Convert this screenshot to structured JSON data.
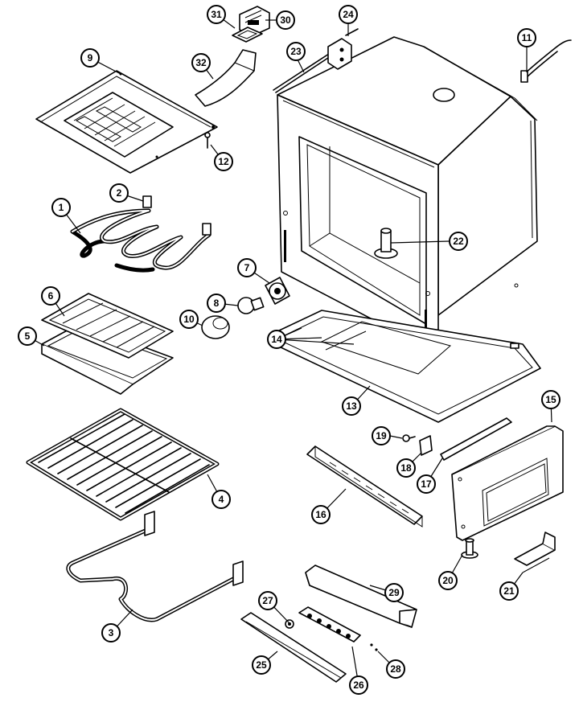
{
  "diagram": {
    "type": "exploded-parts-diagram",
    "callouts": [
      {
        "id": "c1",
        "label": "1"
      },
      {
        "id": "c2",
        "label": "2"
      },
      {
        "id": "c3",
        "label": "3"
      },
      {
        "id": "c4",
        "label": "4"
      },
      {
        "id": "c5",
        "label": "5"
      },
      {
        "id": "c6",
        "label": "6"
      },
      {
        "id": "c7",
        "label": "7"
      },
      {
        "id": "c8",
        "label": "8"
      },
      {
        "id": "c9",
        "label": "9"
      },
      {
        "id": "c10",
        "label": "10"
      },
      {
        "id": "c11",
        "label": "11"
      },
      {
        "id": "c12",
        "label": "12"
      },
      {
        "id": "c13",
        "label": "13"
      },
      {
        "id": "c14",
        "label": "14"
      },
      {
        "id": "c15",
        "label": "15"
      },
      {
        "id": "c16",
        "label": "16"
      },
      {
        "id": "c17",
        "label": "17"
      },
      {
        "id": "c18",
        "label": "18"
      },
      {
        "id": "c19",
        "label": "19"
      },
      {
        "id": "c20",
        "label": "20"
      },
      {
        "id": "c21",
        "label": "21"
      },
      {
        "id": "c22",
        "label": "22"
      },
      {
        "id": "c23",
        "label": "23"
      },
      {
        "id": "c24",
        "label": "24"
      },
      {
        "id": "c25",
        "label": "25"
      },
      {
        "id": "c26",
        "label": "26"
      },
      {
        "id": "c27",
        "label": "27"
      },
      {
        "id": "c28",
        "label": "28"
      },
      {
        "id": "c29",
        "label": "29"
      },
      {
        "id": "c30",
        "label": "30"
      },
      {
        "id": "c31",
        "label": "31"
      },
      {
        "id": "c32",
        "label": "32"
      }
    ]
  }
}
